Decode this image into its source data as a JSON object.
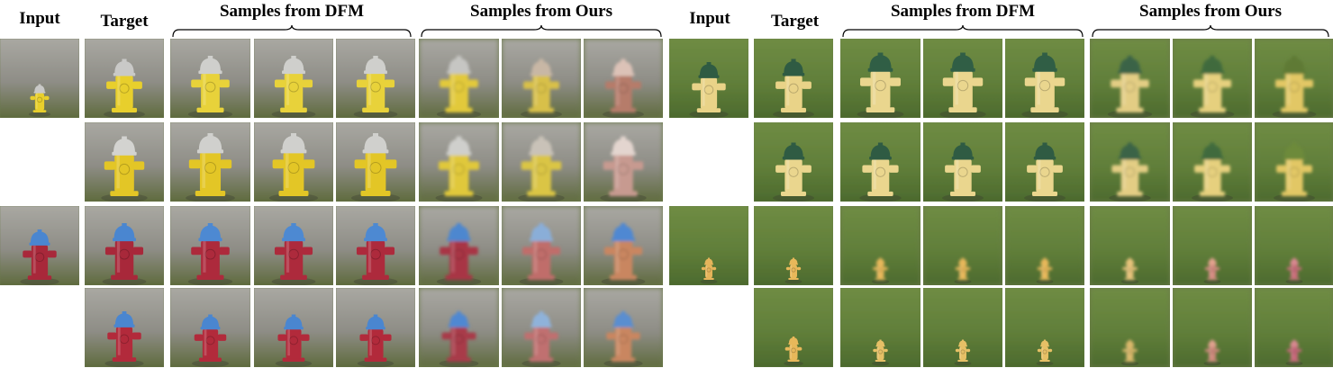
{
  "headers": {
    "input": "Input",
    "target": "Target",
    "dfm": "Samples from DFM",
    "ours": "Samples from Ours"
  },
  "colors": {
    "yellow_hydrant": "#e8cf2c",
    "silver_cap": "#c9c9c7",
    "red_hydrant": "#a8283a",
    "blue_cap": "#4a86d0",
    "green_cap": "#2f5b43",
    "pale_yellow_hydrant": "#e9d388",
    "grass": "#5c7a3a",
    "pavement": "#9b9a94"
  },
  "panels": [
    {
      "rows": [
        {
          "tiles": [
            {
              "kind": "input",
              "bg": "pavement",
              "body": "#e8cf2c",
              "cap": "#c9c9c7",
              "scale": 0.45,
              "blur": false
            },
            {
              "kind": "target",
              "bg": "pavement",
              "body": "#e8cf2c",
              "cap": "#c9c9c7",
              "scale": 0.85,
              "blur": false
            },
            {
              "kind": "dfm",
              "bg": "pavement",
              "body": "#e8d23a",
              "cap": "#cfcfcc",
              "scale": 0.9,
              "blur": false
            },
            {
              "kind": "dfm",
              "bg": "pavement",
              "body": "#e8d23a",
              "cap": "#cfcfcc",
              "scale": 0.9,
              "blur": false
            },
            {
              "kind": "dfm",
              "bg": "pavement",
              "body": "#e8d23a",
              "cap": "#cfcfcc",
              "scale": 0.9,
              "blur": false
            },
            {
              "kind": "ours",
              "bg": "pavement",
              "body": "#e2c93a",
              "cap": "#c6c6c3",
              "scale": 0.9,
              "blur": true
            },
            {
              "kind": "ours",
              "bg": "pavement",
              "body": "#d8c048",
              "cap": "#c8b7a5",
              "scale": 0.85,
              "blur": true
            },
            {
              "kind": "ours",
              "bg": "pavement",
              "body": "#b67b6a",
              "cap": "#dcc2b7",
              "scale": 0.85,
              "blur": true
            }
          ]
        },
        {
          "tiles": [
            {
              "kind": "blank"
            },
            {
              "kind": "target",
              "bg": "pavement",
              "body": "#e3c626",
              "cap": "#d3d3d0",
              "scale": 0.95,
              "blur": false
            },
            {
              "kind": "dfm",
              "bg": "pavement",
              "body": "#e3c626",
              "cap": "#d0d0cd",
              "scale": 1.0,
              "blur": false
            },
            {
              "kind": "dfm",
              "bg": "pavement",
              "body": "#e3c626",
              "cap": "#d0d0cd",
              "scale": 1.0,
              "blur": false
            },
            {
              "kind": "dfm",
              "bg": "pavement",
              "body": "#e3c626",
              "cap": "#d0d0cd",
              "scale": 1.0,
              "blur": false
            },
            {
              "kind": "ours",
              "bg": "pavement",
              "body": "#e0c83a",
              "cap": "#cfcfcc",
              "scale": 0.95,
              "blur": true
            },
            {
              "kind": "ours",
              "bg": "pavement",
              "body": "#dac545",
              "cap": "#c9c2b8",
              "scale": 0.95,
              "blur": true
            },
            {
              "kind": "ours",
              "bg": "pavement",
              "body": "#c79a90",
              "cap": "#e3d5cf",
              "scale": 0.95,
              "blur": true
            }
          ]
        },
        {
          "tiles": [
            {
              "kind": "input",
              "bg": "pavement",
              "body": "#a8283a",
              "cap": "#4a86d0",
              "scale": 0.8,
              "blur": false
            },
            {
              "kind": "target",
              "bg": "pavement",
              "body": "#a8283a",
              "cap": "#4a86d0",
              "scale": 0.9,
              "blur": false
            },
            {
              "kind": "dfm",
              "bg": "pavement",
              "body": "#ad2a3c",
              "cap": "#4d89d2",
              "scale": 0.9,
              "blur": false
            },
            {
              "kind": "dfm",
              "bg": "pavement",
              "body": "#ad2a3c",
              "cap": "#4d89d2",
              "scale": 0.9,
              "blur": false
            },
            {
              "kind": "dfm",
              "bg": "pavement",
              "body": "#ad2a3c",
              "cap": "#4d89d2",
              "scale": 0.9,
              "blur": false
            },
            {
              "kind": "ours",
              "bg": "pavement",
              "body": "#a83545",
              "cap": "#4e87cf",
              "scale": 0.9,
              "blur": true
            },
            {
              "kind": "ours",
              "bg": "pavement",
              "body": "#c06d6a",
              "cap": "#8aaed8",
              "scale": 0.9,
              "blur": true
            },
            {
              "kind": "ours",
              "bg": "pavement",
              "body": "#c98660",
              "cap": "#4f88d2",
              "scale": 0.9,
              "blur": true
            }
          ]
        },
        {
          "tiles": [
            {
              "kind": "blank"
            },
            {
              "kind": "target",
              "bg": "pavement",
              "body": "#b22a3b",
              "cap": "#4a86d0",
              "scale": 0.8,
              "blur": false
            },
            {
              "kind": "dfm",
              "bg": "pavement",
              "body": "#b22a3b",
              "cap": "#4a86d0",
              "scale": 0.75,
              "blur": false
            },
            {
              "kind": "dfm",
              "bg": "pavement",
              "body": "#b22a3b",
              "cap": "#4a86d0",
              "scale": 0.75,
              "blur": false
            },
            {
              "kind": "dfm",
              "bg": "pavement",
              "body": "#b22a3b",
              "cap": "#4a86d0",
              "scale": 0.75,
              "blur": false
            },
            {
              "kind": "ours",
              "bg": "pavement",
              "body": "#a83a48",
              "cap": "#4f88d2",
              "scale": 0.8,
              "blur": true
            },
            {
              "kind": "ours",
              "bg": "pavement",
              "body": "#c07070",
              "cap": "#8fb2da",
              "scale": 0.8,
              "blur": true
            },
            {
              "kind": "ours",
              "bg": "pavement",
              "body": "#c98660",
              "cap": "#5a8ed0",
              "scale": 0.8,
              "blur": true
            }
          ]
        }
      ]
    },
    {
      "rows": [
        {
          "tiles": [
            {
              "kind": "input",
              "bg": "grass",
              "body": "#e9d388",
              "cap": "#2f5b43",
              "scale": 0.8,
              "blur": false
            },
            {
              "kind": "target",
              "bg": "grass",
              "body": "#e9d388",
              "cap": "#2f5b43",
              "scale": 0.85,
              "blur": false
            },
            {
              "kind": "dfm",
              "bg": "grass",
              "body": "#ead68e",
              "cap": "#305e45",
              "scale": 0.95,
              "blur": false
            },
            {
              "kind": "dfm",
              "bg": "grass",
              "body": "#ead68e",
              "cap": "#305e45",
              "scale": 0.95,
              "blur": false
            },
            {
              "kind": "dfm",
              "bg": "grass",
              "body": "#ead68e",
              "cap": "#305e45",
              "scale": 0.95,
              "blur": false
            },
            {
              "kind": "ours",
              "bg": "grass",
              "body": "#e3cd84",
              "cap": "#3a6346",
              "scale": 0.9,
              "blur": true
            },
            {
              "kind": "ours",
              "bg": "grass",
              "body": "#e6d07e",
              "cap": "#3f6a3d",
              "scale": 0.9,
              "blur": true
            },
            {
              "kind": "ours",
              "bg": "grass",
              "body": "#e2c765",
              "cap": "#5e7a36",
              "scale": 0.9,
              "blur": true
            }
          ]
        },
        {
          "tiles": [
            {
              "kind": "blank"
            },
            {
              "kind": "target",
              "bg": "grass",
              "body": "#ead68e",
              "cap": "#2f5b43",
              "scale": 0.85,
              "blur": false
            },
            {
              "kind": "dfm",
              "bg": "grass",
              "body": "#ead68e",
              "cap": "#2f5b43",
              "scale": 0.85,
              "blur": false
            },
            {
              "kind": "dfm",
              "bg": "grass",
              "body": "#ead68e",
              "cap": "#2f5b43",
              "scale": 0.85,
              "blur": false
            },
            {
              "kind": "dfm",
              "bg": "grass",
              "body": "#ead68e",
              "cap": "#2f5b43",
              "scale": 0.85,
              "blur": false
            },
            {
              "kind": "ours",
              "bg": "grass",
              "body": "#e3cd84",
              "cap": "#3a6346",
              "scale": 0.85,
              "blur": true
            },
            {
              "kind": "ours",
              "bg": "grass",
              "body": "#e6d07e",
              "cap": "#3f6a3d",
              "scale": 0.85,
              "blur": true
            },
            {
              "kind": "ours",
              "bg": "grass",
              "body": "#e2c765",
              "cap": "#6d8a3a",
              "scale": 0.85,
              "blur": true
            }
          ]
        },
        {
          "tiles": [
            {
              "kind": "input",
              "bg": "grass",
              "body": "#e5b45a",
              "cap": "#e5b45a",
              "scale": 0.35,
              "blur": false
            },
            {
              "kind": "target",
              "bg": "grass",
              "body": "#e8b85a",
              "cap": "#e8b85a",
              "scale": 0.35,
              "blur": false
            },
            {
              "kind": "dfm",
              "bg": "grass",
              "body": "#e8b85a",
              "cap": "#e8b85a",
              "scale": 0.35,
              "blur": true
            },
            {
              "kind": "dfm",
              "bg": "grass",
              "body": "#e8b85a",
              "cap": "#e8b85a",
              "scale": 0.35,
              "blur": true
            },
            {
              "kind": "dfm",
              "bg": "grass",
              "body": "#e8b85a",
              "cap": "#e8b85a",
              "scale": 0.35,
              "blur": true
            },
            {
              "kind": "ours",
              "bg": "grass",
              "body": "#e6c27a",
              "cap": "#e6c27a",
              "scale": 0.35,
              "blur": true
            },
            {
              "kind": "ours",
              "bg": "grass",
              "body": "#d58c82",
              "cap": "#e3a38e",
              "scale": 0.35,
              "blur": true
            },
            {
              "kind": "ours",
              "bg": "grass",
              "body": "#c96e7a",
              "cap": "#d88890",
              "scale": 0.35,
              "blur": true
            }
          ]
        },
        {
          "tiles": [
            {
              "kind": "blank"
            },
            {
              "kind": "target",
              "bg": "grass",
              "body": "#e8b85a",
              "cap": "#e8b85a",
              "scale": 0.4,
              "blur": false
            },
            {
              "kind": "dfm",
              "bg": "grass",
              "body": "#e6c066",
              "cap": "#e6c066",
              "scale": 0.35,
              "blur": false
            },
            {
              "kind": "dfm",
              "bg": "grass",
              "body": "#e6c066",
              "cap": "#e6c066",
              "scale": 0.35,
              "blur": false
            },
            {
              "kind": "dfm",
              "bg": "grass",
              "body": "#e6c066",
              "cap": "#e6c066",
              "scale": 0.35,
              "blur": false
            },
            {
              "kind": "ours",
              "bg": "grass",
              "body": "#d9b86a",
              "cap": "#d9b86a",
              "scale": 0.35,
              "blur": true
            },
            {
              "kind": "ours",
              "bg": "grass",
              "body": "#cf8a7d",
              "cap": "#e0a28f",
              "scale": 0.35,
              "blur": true
            },
            {
              "kind": "ours",
              "bg": "grass",
              "body": "#c7687a",
              "cap": "#d88890",
              "scale": 0.35,
              "blur": true
            }
          ]
        }
      ]
    }
  ]
}
